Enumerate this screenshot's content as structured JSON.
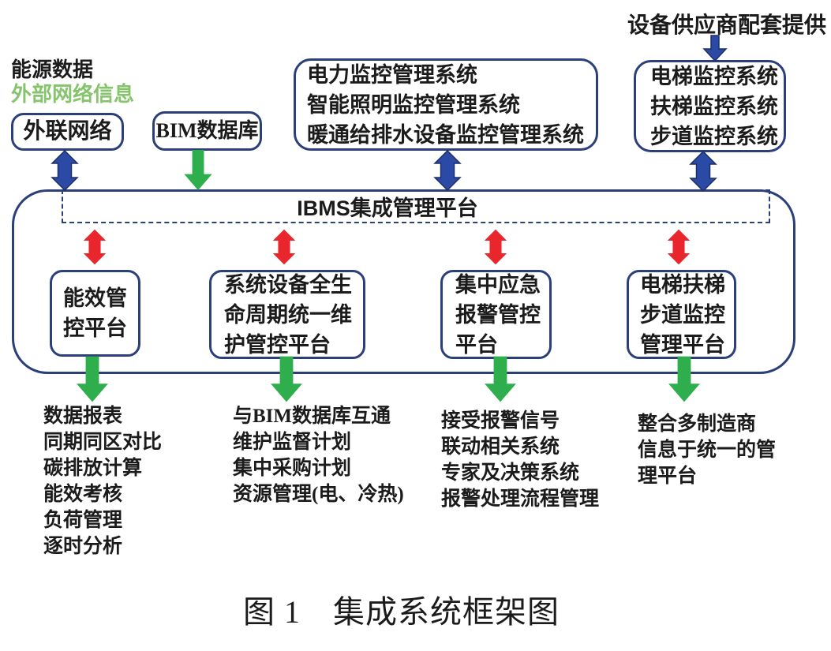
{
  "palette": {
    "navy_border": "#2b3f7a",
    "blue_arrow": "#2a4aa5",
    "blue_arrow_outline": "#1d2f66",
    "red_arrow": "#e8262c",
    "green_arrow": "#2fae4e",
    "green_annotation_text": "#85c46c",
    "text_color": "#1b1b1b"
  },
  "annotations": {
    "supplier_note": "设备供应商配套提供",
    "energy_data": "能源数据",
    "external_network_info": "外部网络信息"
  },
  "top_boxes": {
    "external_network": "外联网络",
    "bim_database": "BIM数据库",
    "monitoring_systems": {
      "lines": [
        "电力监控管理系统",
        "智能照明监控管理系统",
        "暖通给排水设备监控管理系统"
      ]
    },
    "elevator_systems": {
      "lines": [
        "电梯监控系统",
        "扶梯监控系统",
        "步道监控系统"
      ]
    }
  },
  "ibms_bar": {
    "label": "IBMS集成管理平台"
  },
  "platforms": [
    {
      "lines": [
        "能效管",
        "控平台",
        ""
      ]
    },
    {
      "lines": [
        "系统设备全生",
        "命周期统一维",
        "护管控平台"
      ]
    },
    {
      "lines": [
        "集中应急",
        "报警管控",
        "平台"
      ]
    },
    {
      "lines": [
        "电梯扶梯",
        "步道监控",
        "管理平台"
      ]
    }
  ],
  "outputs": [
    {
      "items": [
        "数据报表",
        "同期同区对比",
        "碳排放计算",
        "能效考核",
        "负荷管理",
        "逐时分析"
      ]
    },
    {
      "items": [
        "与BIM数据库互通",
        "维护监督计划",
        "集中采购计划",
        "资源管理(电、冷热)",
        "",
        ""
      ]
    },
    {
      "items": [
        "接受报警信号",
        "联动相关系统",
        "专家及决策系统",
        "报警处理流程管理",
        "",
        ""
      ]
    },
    {
      "items": [
        "整合多制造商",
        "信息于统一的管",
        "理平台",
        "",
        "",
        ""
      ]
    }
  ],
  "caption": "图 1　集成系统框架图"
}
